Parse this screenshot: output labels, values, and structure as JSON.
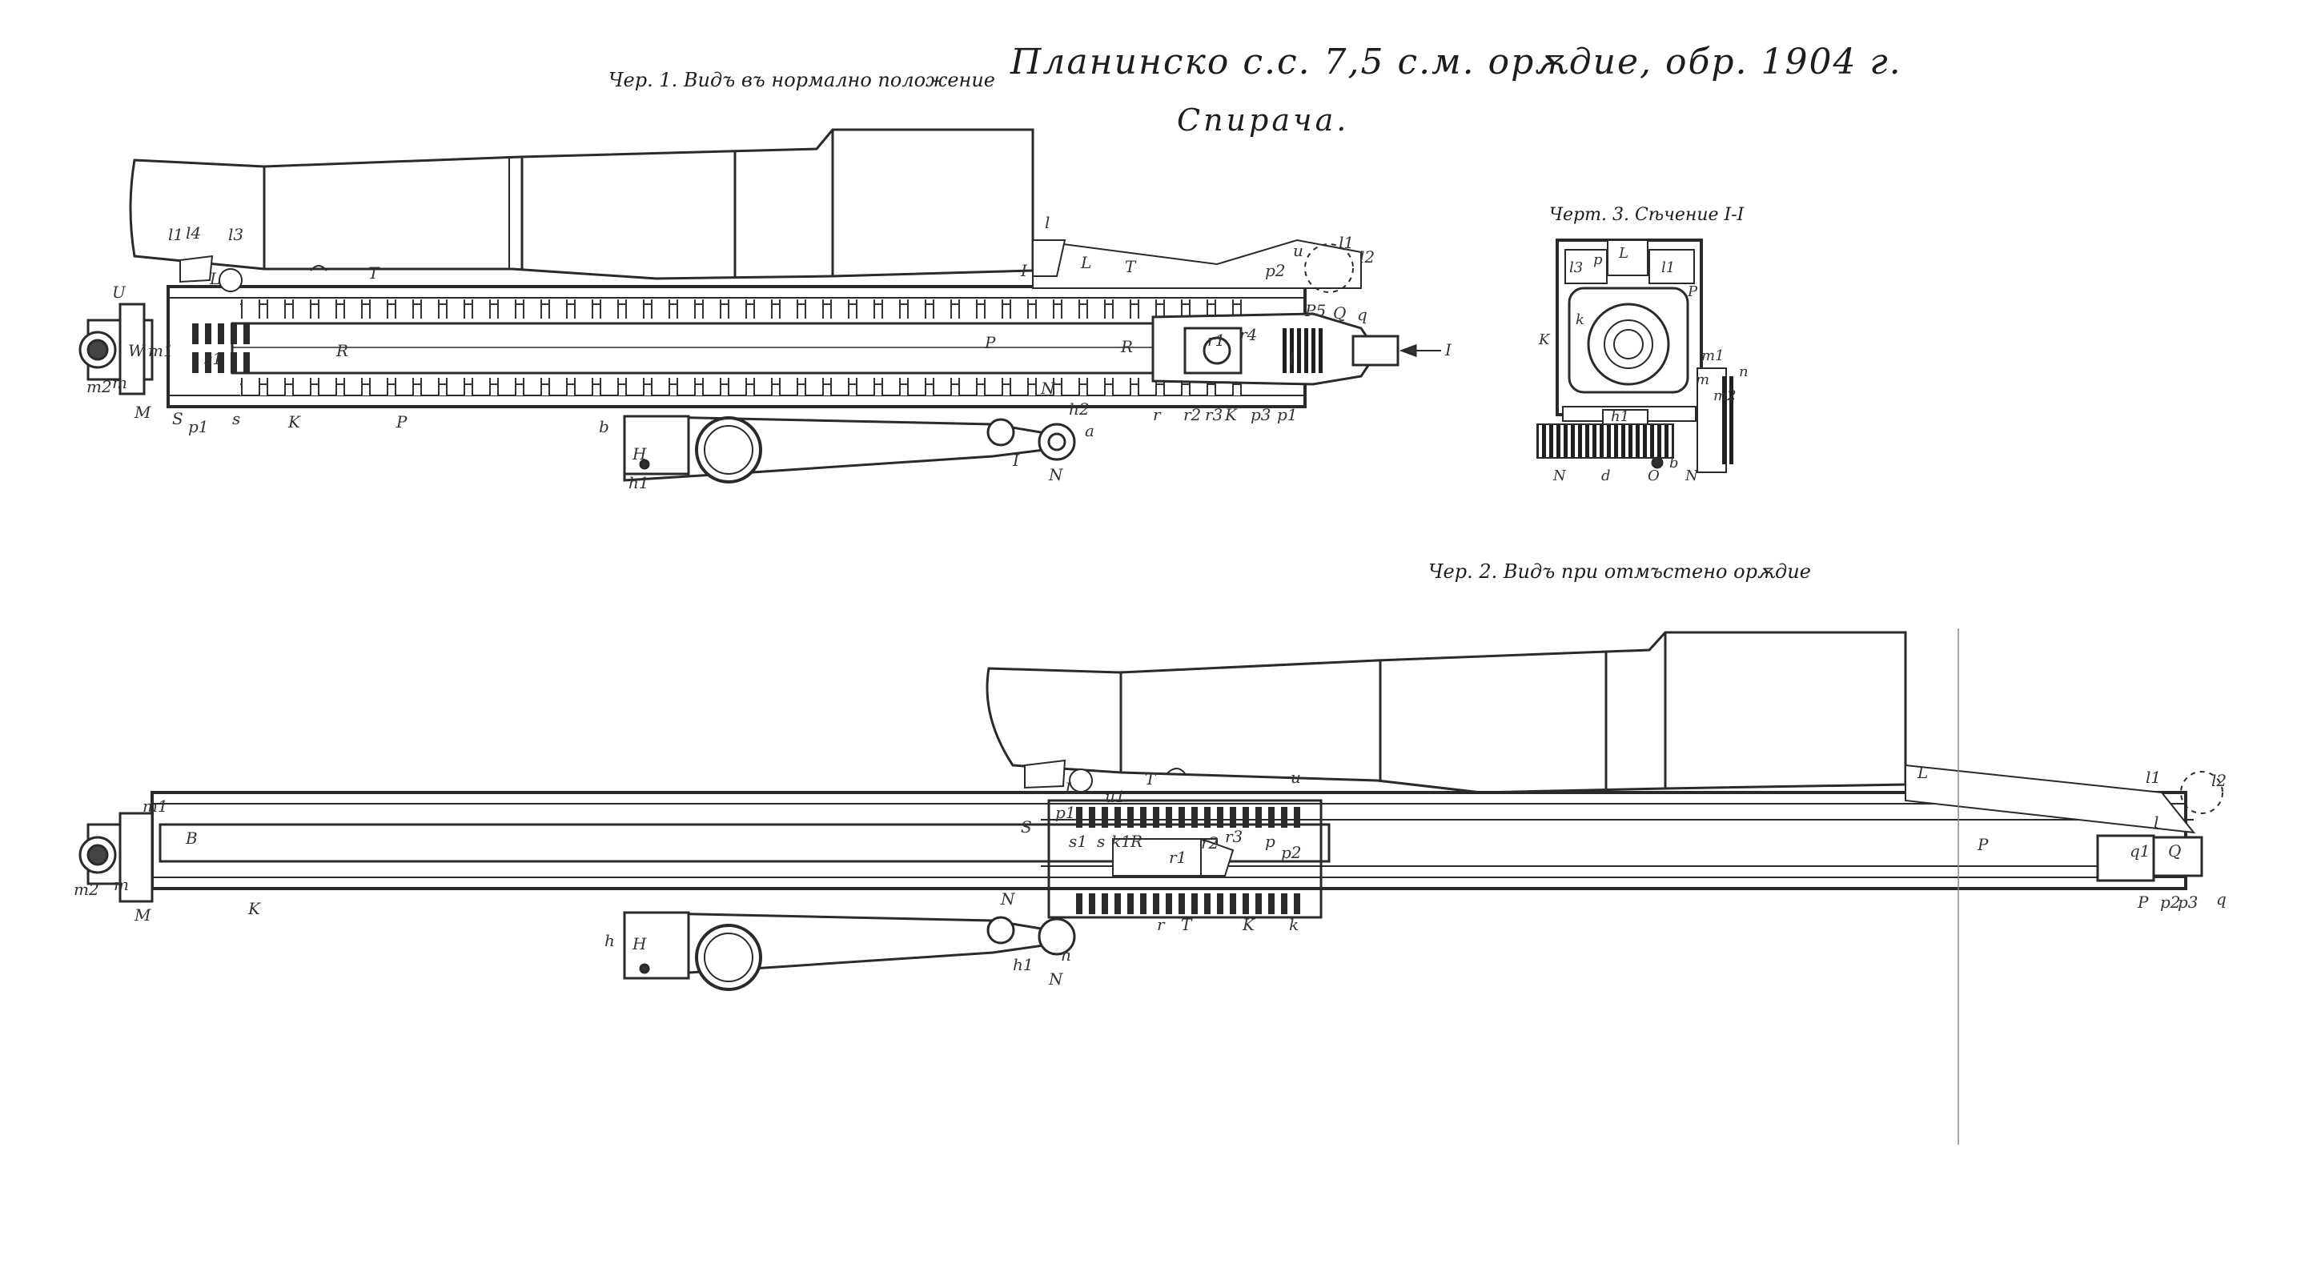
{
  "sheet": {
    "title": "Планинско с.с. 7,5 с.м. орѫдие, обр. 1904 г.",
    "subtitle": "Спирача.",
    "figure1_caption": "Чер. 1. Видъ въ нормално положение",
    "figure2_caption": "Чер. 2. Видъ при отмъстено орѫдие",
    "figure3_caption": "Черт. 3. Сѣчение I-I",
    "section_arrow_label": "I"
  },
  "labels": {
    "fig1": [
      "U",
      "W",
      "m1",
      "m2",
      "m",
      "M",
      "S",
      "s1",
      "p1",
      "s",
      "R",
      "K",
      "P",
      "T",
      "L",
      "l1",
      "l4",
      "l3",
      "I",
      "l",
      "L",
      "T",
      "p2",
      "P5",
      "u",
      "l1",
      "l2",
      "q",
      "Q",
      "r4",
      "R",
      "P",
      "N",
      "h2",
      "r",
      "r2",
      "r3",
      "K",
      "p3",
      "p1",
      "a",
      "b",
      "H",
      "h1",
      "I",
      "N",
      "r1",
      "l"
    ],
    "fig2": [
      "m1",
      "B",
      "m2",
      "m",
      "M",
      "K",
      "S",
      "p1",
      "s1",
      "s",
      "k1",
      "R",
      "T",
      "L",
      "u1",
      "r",
      "T",
      "r1",
      "r2",
      "r3",
      "p",
      "p2",
      "K",
      "k",
      "u",
      "L",
      "l1",
      "l2",
      "P",
      "q1",
      "Q",
      "l",
      "P",
      "p2",
      "p3",
      "q",
      "N",
      "H",
      "h1",
      "n",
      "h",
      "N"
    ],
    "fig3": [
      "l3",
      "p",
      "L",
      "l1",
      "P",
      "k",
      "K",
      "m1",
      "m",
      "m2",
      "n",
      "h1",
      "N",
      "d",
      "O",
      "b",
      "N"
    ]
  }
}
